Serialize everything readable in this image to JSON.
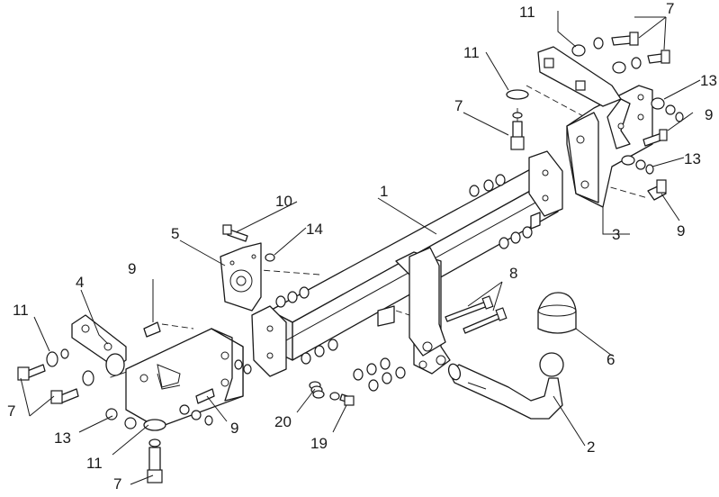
{
  "diagram": {
    "callouts": [
      {
        "id": "c1",
        "text": "1"
      },
      {
        "id": "c2",
        "text": "2"
      },
      {
        "id": "c3",
        "text": "3"
      },
      {
        "id": "c4",
        "text": "4"
      },
      {
        "id": "c5",
        "text": "5"
      },
      {
        "id": "c6",
        "text": "6"
      },
      {
        "id": "c7a",
        "text": "7"
      },
      {
        "id": "c7b",
        "text": "7"
      },
      {
        "id": "c7c",
        "text": "7"
      },
      {
        "id": "c7d",
        "text": "7"
      },
      {
        "id": "c8",
        "text": "8"
      },
      {
        "id": "c9a",
        "text": "9"
      },
      {
        "id": "c9b",
        "text": "9"
      },
      {
        "id": "c9c",
        "text": "9"
      },
      {
        "id": "c9d",
        "text": "9"
      },
      {
        "id": "c10",
        "text": "10"
      },
      {
        "id": "c11a",
        "text": "11"
      },
      {
        "id": "c11b",
        "text": "11"
      },
      {
        "id": "c11c",
        "text": "11"
      },
      {
        "id": "c11d",
        "text": "11"
      },
      {
        "id": "c13a",
        "text": "13"
      },
      {
        "id": "c13b",
        "text": "13"
      },
      {
        "id": "c13c",
        "text": "13"
      },
      {
        "id": "c14",
        "text": "14"
      },
      {
        "id": "c19",
        "text": "19"
      },
      {
        "id": "c20",
        "text": "20"
      }
    ]
  }
}
